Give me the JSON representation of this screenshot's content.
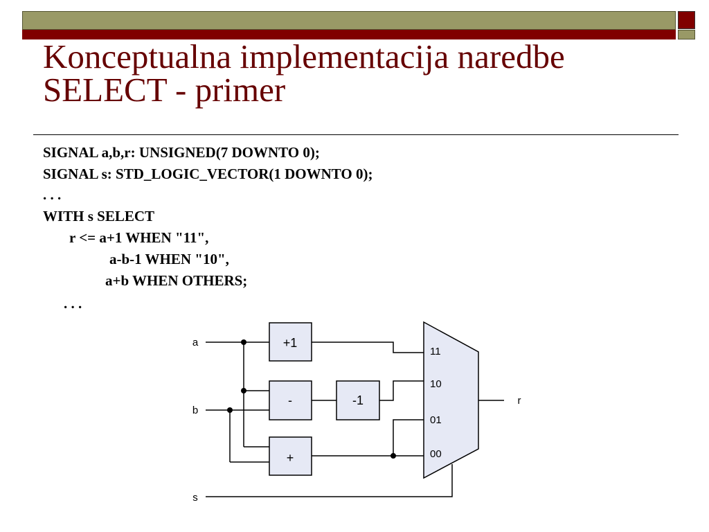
{
  "slide": {
    "title_line1": "Konceptualna implementacija naredbe",
    "title_line2": "SELECT - primer"
  },
  "code": {
    "line1": "SIGNAL a,b,r: UNSIGNED(7 DOWNTO 0);",
    "line2": "SIGNAL s: STD_LOGIC_VECTOR(1 DOWNTO 0);",
    "line3": ". . .",
    "line4": "WITH s SELECT",
    "line5": "r <= a+1 WHEN \"11\",",
    "line6": "a-b-1 WHEN \"10\",",
    "line7": "a+b WHEN OTHERS;",
    "line8": ". . ."
  },
  "diagram": {
    "input_a": "a",
    "input_b": "b",
    "input_s": "s",
    "output_r": "r",
    "block_plus1": "+1",
    "block_minus": "-",
    "block_minus1": "-1",
    "block_plus": "+",
    "mux_11": "11",
    "mux_10": "10",
    "mux_01": "01",
    "mux_00": "00"
  },
  "colors": {
    "title": "#660000",
    "bar_olive": "#999966",
    "bar_maroon": "#800000",
    "block_fill": "#e6e9f5"
  }
}
